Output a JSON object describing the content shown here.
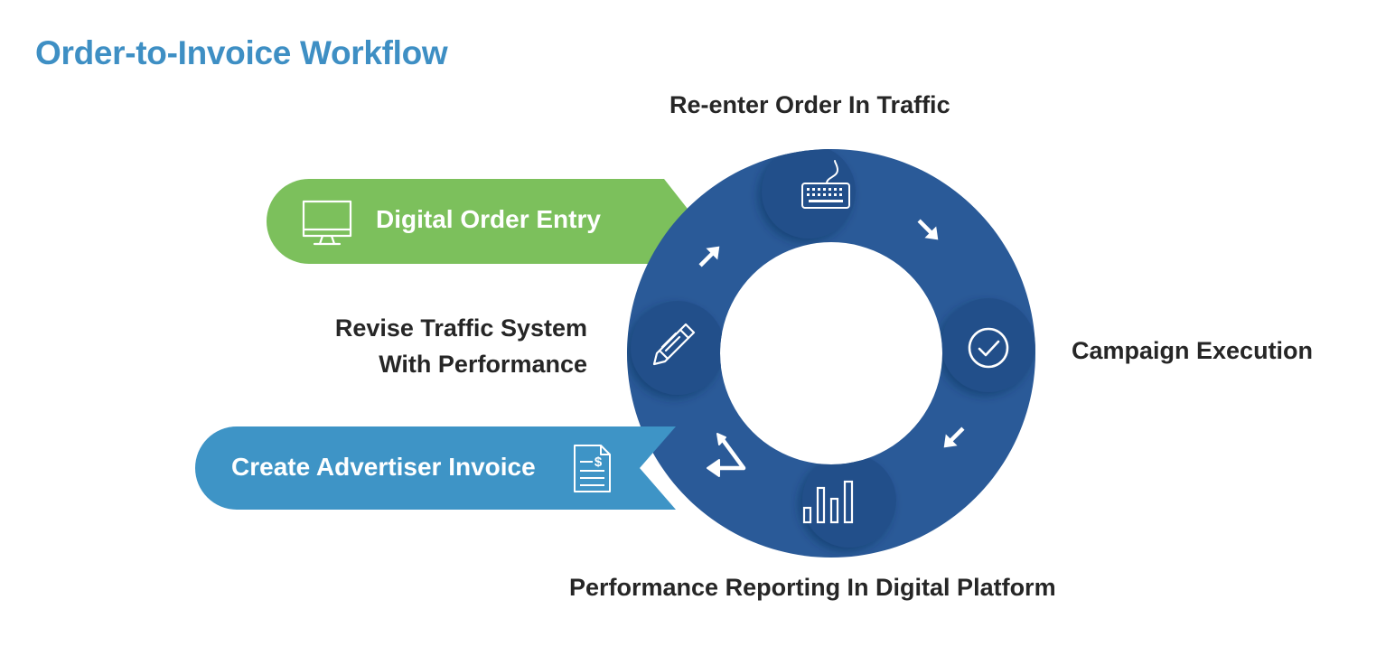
{
  "title": "Order-to-Invoice Workflow",
  "steps": {
    "re_enter": "Re-enter Order In Traffic",
    "campaign": "Campaign Execution",
    "reporting": "Performance Reporting In Digital Platform",
    "revise_line1": "Revise Traffic System",
    "revise_line2": "With Performance"
  },
  "pills": {
    "start": "Digital Order Entry",
    "end": "Create Advertiser Invoice"
  },
  "icons": {
    "start": "monitor-icon",
    "re_enter": "keyboard-icon",
    "campaign": "check-circle-icon",
    "reporting": "bar-chart-icon",
    "revise": "pencil-icon",
    "end": "invoice-icon"
  },
  "colors": {
    "title": "#3e8fc4",
    "ring": "#2a5a98",
    "ring_node": "#234f8a",
    "start_pill": "#7cc05c",
    "end_pill": "#3e94c6",
    "text": "#262626"
  }
}
